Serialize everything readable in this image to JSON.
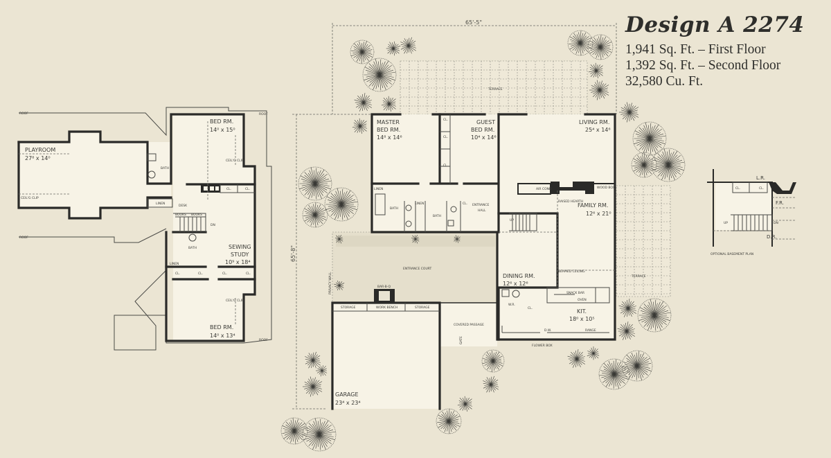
{
  "title": "Design A 2274",
  "stats": [
    "1,941 Sq. Ft. – First Floor",
    "1,392 Sq. Ft. – Second Floor",
    "32,580 Cu. Ft."
  ],
  "dimensions": {
    "width": "65'-5\"",
    "depth": "65'-8\""
  },
  "second_floor": {
    "playroom": {
      "name": "PLAYROOM",
      "size": "27⁸ x 14⁰"
    },
    "bed_rm_1": {
      "name": "BED RM.",
      "size": "14⁰ x 15⁰"
    },
    "bed_rm_2": {
      "name": "BED RM.",
      "size": "14⁰ x 13⁴"
    },
    "sewing_study": {
      "name1": "SEWING",
      "name2": "STUDY",
      "size": "10⁹ x 18⁴"
    },
    "bath": "BATH",
    "linen": "LINEN",
    "desk": "DESK",
    "books": "BOOKS",
    "dn": "DN",
    "cl": "CL.",
    "roof": "ROOF",
    "ceil_clip": "CEIL'G CLIP"
  },
  "first_floor": {
    "master": {
      "name1": "MASTER",
      "name2": "BED RM.",
      "size": "14⁸ x 14⁶"
    },
    "guest": {
      "name1": "GUEST",
      "name2": "BED RM.",
      "size": "10⁴ x 14⁶"
    },
    "living": {
      "name": "LIVING RM.",
      "size": "25⁴ x 14⁶"
    },
    "family": {
      "name": "FAMILY RM.",
      "size": "12⁶ x 21⁰"
    },
    "dining": {
      "name": "DINING RM.",
      "size": "12⁶ x 12⁶"
    },
    "kitchen": {
      "name": "KIT.",
      "size": "18⁰ x 10⁵"
    },
    "garage": {
      "name": "GARAGE",
      "size": "23⁴ x 23⁴"
    },
    "entrance_hall": {
      "name1": "ENTRANCE",
      "name2": "HALL"
    },
    "entrance_court": "ENTRANCE COURT",
    "covered_passage": "COVERED PASSAGE",
    "terrace": "TERRACE",
    "bath": "BATH",
    "linen": "LINEN",
    "storage": "STORAGE",
    "work_bench": "WORK BENCH",
    "bar_b_q": "BAR-B-Q",
    "air_cond": "AIR COND",
    "wood_box": "WOOD BOX",
    "raised_hearth": "RAISED HEARTH",
    "beamed_ceiling": "BEAMED CEILING",
    "snack_bar": "SNACK BAR",
    "oven": "OVEN",
    "range": "RANGE",
    "flower_box": "FLOWER BOX",
    "dw": "D.W.",
    "wr": "W.R.",
    "gate": "GATE",
    "privacy_wall": "PRIVACY WALL",
    "up": "UP",
    "cl": "CL."
  },
  "basement": {
    "caption": "OPTIONAL BASEMENT PLAN",
    "lr": "L.R.",
    "fr": "F.R.",
    "dr": "D.R.",
    "cl": "CL.",
    "up": "UP",
    "dn": "DN"
  }
}
